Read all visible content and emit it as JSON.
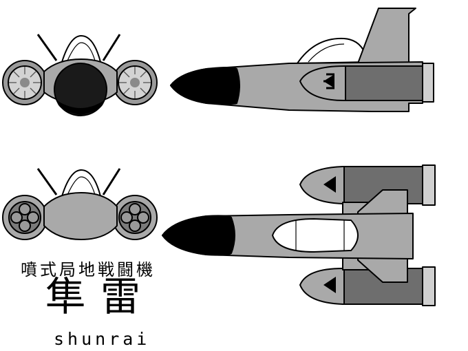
{
  "title_block": {
    "subtitle": "噴式局地戦闘機",
    "name_kanji": "隼雷",
    "name_romaji": "shunrai"
  },
  "colors": {
    "fuselage": "#a9a9a9",
    "dark_panel": "#6e6e6e",
    "nose": "#000000",
    "canopy": "#ffffff",
    "outline": "#000000"
  }
}
